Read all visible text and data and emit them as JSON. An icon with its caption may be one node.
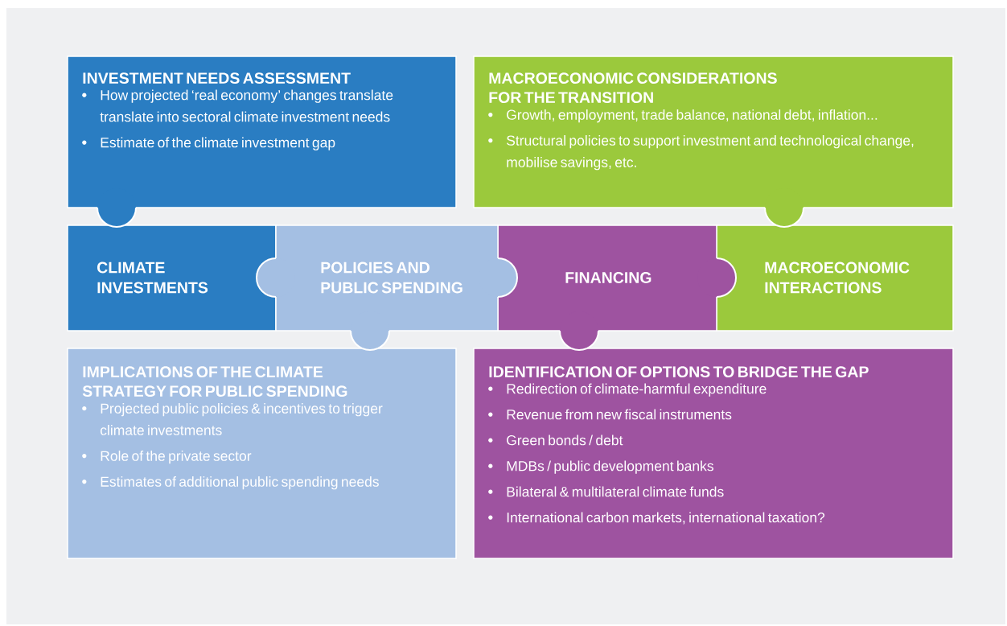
{
  "diagram": {
    "nodes": [
      {
        "text": [
          "INVESTMENT NEEDS ASSESSMENT",
          "How projected ‘real economy’ changes translate translate into sectoral climate investment needs",
          "Estimate of the climate investment gap"
        ]
      },
      {
        "text": [
          "MACROECONOMIC CONSIDERATIONS FOR THE TRANSITION",
          "Growth, employment, trade balance, national debt, inflation...",
          "Structural policies to support investment and technological change, mobilise savings, etc."
        ]
      },
      {
        "text": [
          "CLIMATE INVESTMENTS"
        ]
      },
      {
        "text": [
          "POLICIES AND PUBLIC SPENDING"
        ]
      },
      {
        "text": [
          "FINANCING"
        ]
      },
      {
        "text": [
          "MACROECONOMIC INTERACTIONS"
        ]
      },
      {
        "text": [
          "IMPLICATIONS OF THE CLIMATE STRATEGY FOR PUBLIC SPENDING",
          "Projected public policies & incentives to trigger climate investments",
          "Role of the private sector",
          "Estimates of additional public spending needs"
        ]
      },
      {
        "text": [
          "IDENTIFICATION OF OPTIONS TO BRIDGE THE GAP",
          "Redirection of climate-harmful expenditure",
          "Revenue from new fiscal instruments",
          "Green bonds / debt",
          "MDBs / public development banks",
          "Bilateral & multilateral climate funds",
          "International carbon markets, international taxation?"
        ]
      }
    ]
  }
}
